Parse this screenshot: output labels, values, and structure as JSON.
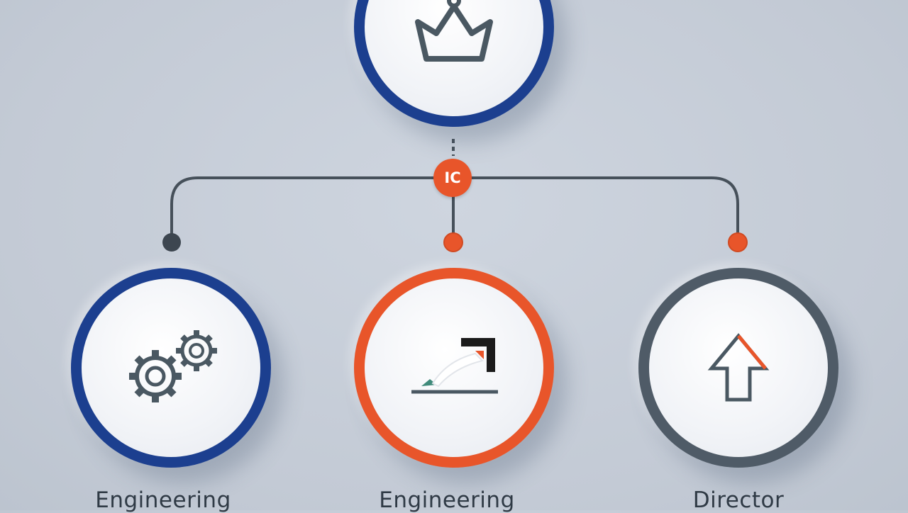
{
  "hub": {
    "badge_text": "IC",
    "icon": "crown-icon",
    "ring_color": "#1c3f8f"
  },
  "nodes": [
    {
      "label": "Engineering",
      "icon": "gears-icon",
      "ring_color": "#1c3f8f",
      "dot_color": "#3d4650"
    },
    {
      "label": "Engineering",
      "icon": "growth-arrow-icon",
      "ring_color": "#e8552a",
      "dot_color": "#e8552a"
    },
    {
      "label": "Director",
      "icon": "up-arrow-icon",
      "ring_color": "#4f5b67",
      "dot_color": "#e8552a"
    }
  ],
  "colors": {
    "accent": "#e8552a",
    "navy": "#1c3f8f",
    "slate": "#4f5b67",
    "line": "#46505a"
  }
}
